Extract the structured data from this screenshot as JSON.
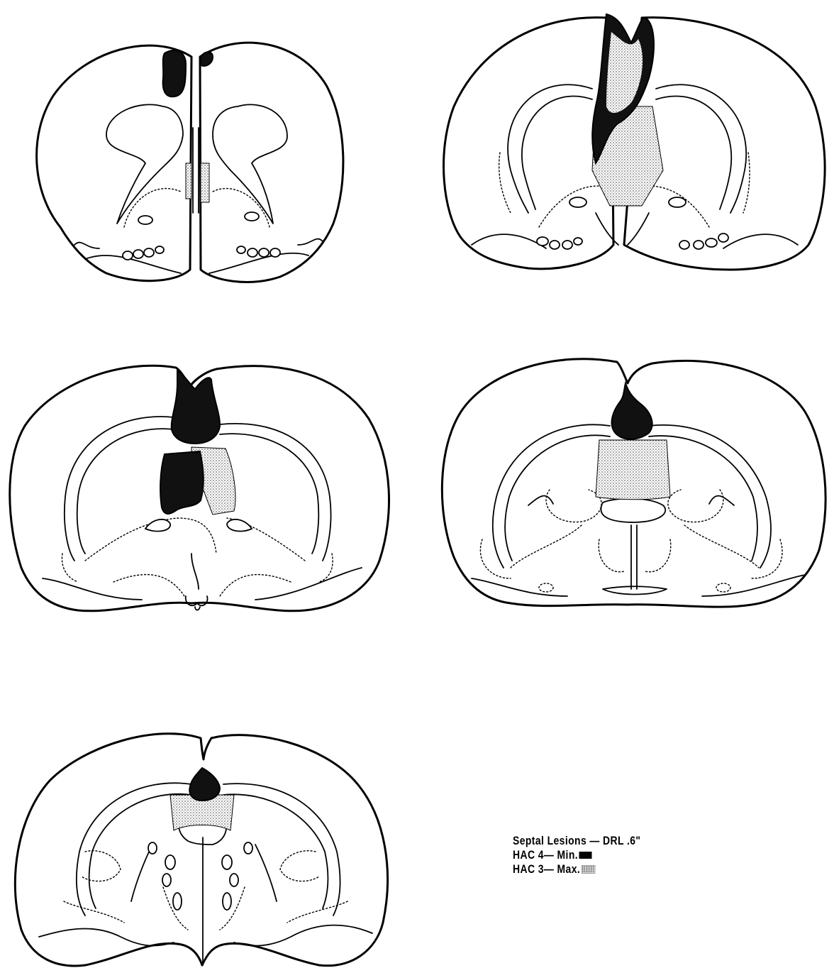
{
  "figure": {
    "sections": [
      {
        "id": "section-1",
        "label": ""
      },
      {
        "id": "section-2",
        "label": ""
      },
      {
        "id": "section-3",
        "label": ""
      },
      {
        "id": "section-4",
        "label": ""
      },
      {
        "id": "section-5",
        "label": ""
      }
    ]
  },
  "legend": {
    "title": "Septal Lesions — DRL .6\"",
    "items": [
      {
        "text": "HAC 4— Min.",
        "swatch": "solid-black"
      },
      {
        "text": "HAC 3— Max.",
        "swatch": "stippled-gray"
      }
    ]
  },
  "colors": {
    "ink": "#000000",
    "paper": "#ffffff",
    "stipple": "#555555"
  }
}
